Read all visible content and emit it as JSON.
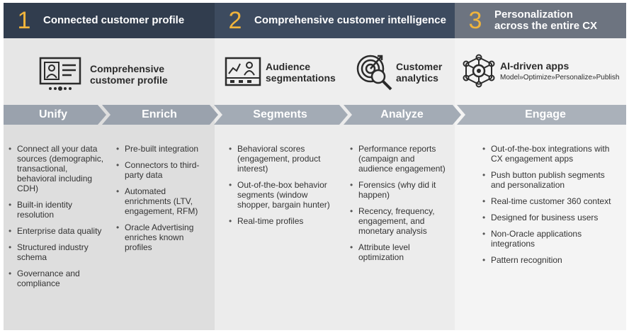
{
  "columns": [
    {
      "number": "1",
      "title": "Connected customer profile"
    },
    {
      "number": "2",
      "title": "Comprehensive customer intelligence"
    },
    {
      "number": "3",
      "title": "Personalization across the entire CX"
    }
  ],
  "features": {
    "profile": "Comprehensive customer profile",
    "segmentations": "Audience segmentations",
    "analytics": "Customer analytics",
    "apps": "AI-driven apps",
    "apps_sub": "Model»Optimize»Personalize»Publish"
  },
  "stages": [
    "Unify",
    "Enrich",
    "Segments",
    "Analyze",
    "Engage"
  ],
  "lists": {
    "unify": [
      "Connect all your data sources (demographic, transactional, behavioral including CDH)",
      "Built-in identity resolution",
      "Enterprise data quality",
      "Structured industry schema",
      "Governance and compliance"
    ],
    "enrich": [
      "Pre-built integration",
      "Connectors to third-party data",
      "Automated enrichments (LTV, engagement, RFM)",
      "Oracle Advertising enriches known profiles"
    ],
    "segments": [
      "Behavioral scores (engagement, product interest)",
      "Out-of-the-box behavior segments (window shopper, bargain hunter)",
      "Real-time profiles"
    ],
    "analyze": [
      "Performance reports (campaign and audience engagement)",
      "Forensics (why did it happen)",
      "Recency, frequency, engagement, and monetary analysis",
      "Attribute level optimization"
    ],
    "engage": [
      "Out-of-the-box integrations with CX engagement apps",
      "Push button publish segments and personalization",
      "Real-time customer 360 context",
      "Designed for business users",
      "Non-Oracle applications integrations",
      "Pattern recognition"
    ]
  },
  "colors": {
    "header_dark": "#313d4e",
    "accent": "#f0b43c",
    "arrow": "#9ba3ad"
  }
}
